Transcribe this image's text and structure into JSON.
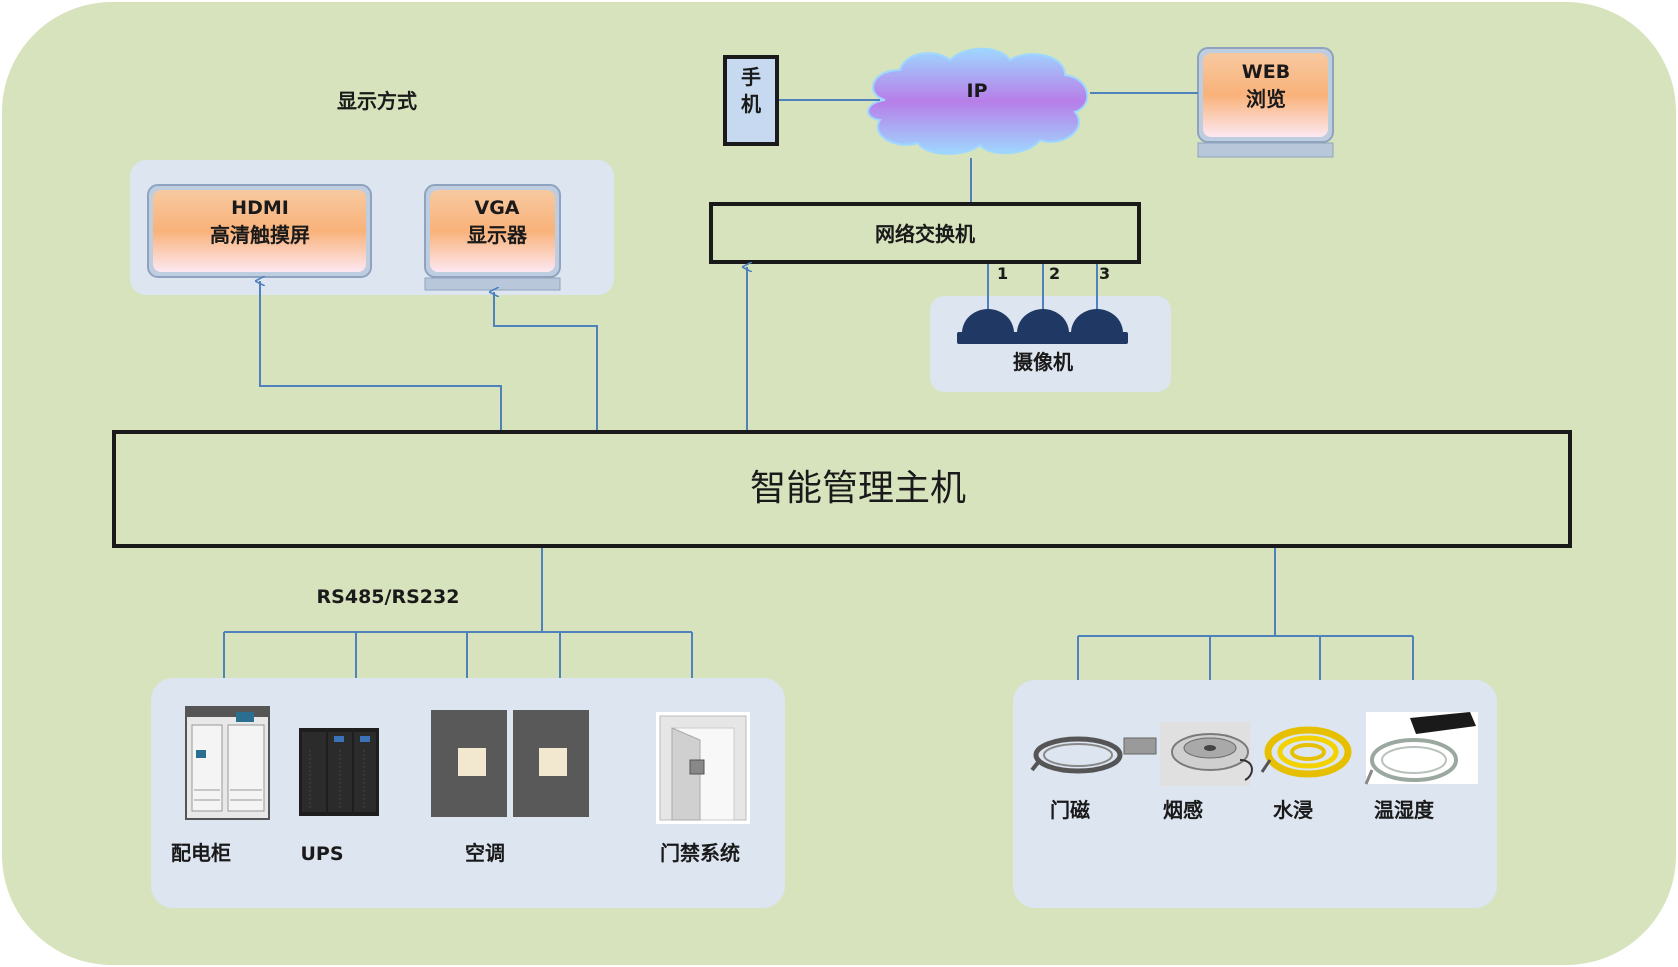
{
  "display_section": {
    "title": "显示方式",
    "hdmi": {
      "line1": "HDMI",
      "line2": "高清触摸屏"
    },
    "vga": {
      "line1": "VGA",
      "line2": "显示器"
    }
  },
  "network": {
    "phone": {
      "line1": "手",
      "line2": "机"
    },
    "cloud_label": "IP",
    "web": {
      "line1": "WEB",
      "line2": "浏览"
    },
    "switch_label": "网络交换机",
    "camera_ports": [
      "1",
      "2",
      "3"
    ],
    "camera_label": "摄像机"
  },
  "host_label": "智能管理主机",
  "bus_label": "RS485/RS232",
  "left_devices": [
    "配电柜",
    "UPS",
    "空调",
    "门禁系统"
  ],
  "right_sensors": [
    "门磁",
    "烟感",
    "水浸",
    "温湿度"
  ],
  "colors": {
    "background_outer": "#d6e3bc",
    "panel": "#dce5f0",
    "line": "#4f81bd",
    "box_border": "#1a1a1a",
    "cloud_purple": "#a87ee0",
    "camera": "#1f3864"
  }
}
